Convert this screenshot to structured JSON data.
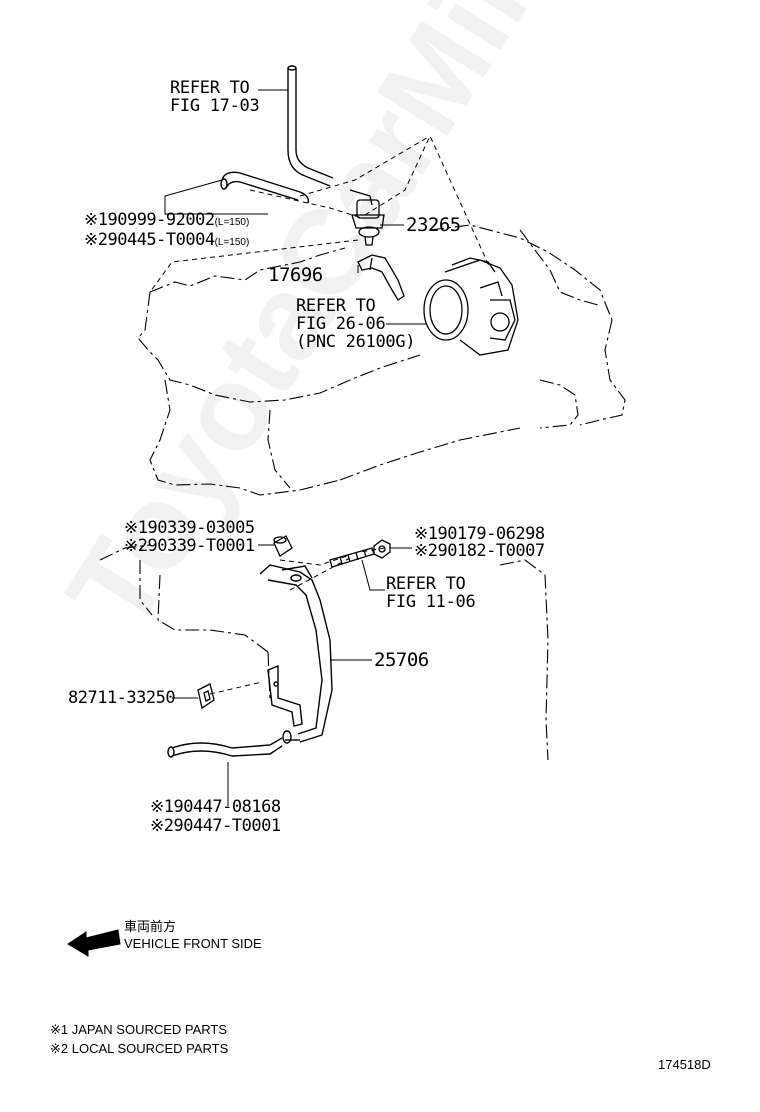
{
  "watermark": "ToyotaCarMine.ru",
  "refer_17_03": {
    "line1": "REFER TO",
    "line2": "FIG 17-03"
  },
  "refer_26_06": {
    "line1": "REFER TO",
    "line2": "FIG 26-06",
    "line3": "(PNC 26100G)"
  },
  "refer_11_06": {
    "line1": "REFER TO",
    "line2": "FIG 11-06"
  },
  "parts": {
    "hose_top": {
      "mark1": "※1",
      "pn1": "90999-92002",
      "note1": "(L=150)",
      "mark2": "※2",
      "pn2": "90445-T0004",
      "note2": "(L=150)"
    },
    "vsv": "23265",
    "bracket": "17696",
    "pipe_assy": "25706",
    "clamp": "82711-33250",
    "cap": {
      "mark1": "※1",
      "pn1": "90339-03005",
      "mark2": "※2",
      "pn2": "90339-T0001"
    },
    "nut": {
      "mark1": "※1",
      "pn1": "90179-06298",
      "mark2": "※2",
      "pn2": "90182-T0007"
    },
    "hose_bottom": {
      "mark1": "※1",
      "pn1": "90447-08168",
      "mark2": "※2",
      "pn2": "90447-T0001"
    }
  },
  "front": {
    "jp": "車両前方",
    "en": "VEHICLE FRONT SIDE"
  },
  "footnotes": [
    "※1 JAPAN SOURCED PARTS",
    "※2 LOCAL SOURCED PARTS"
  ],
  "figure_id": "174518D"
}
